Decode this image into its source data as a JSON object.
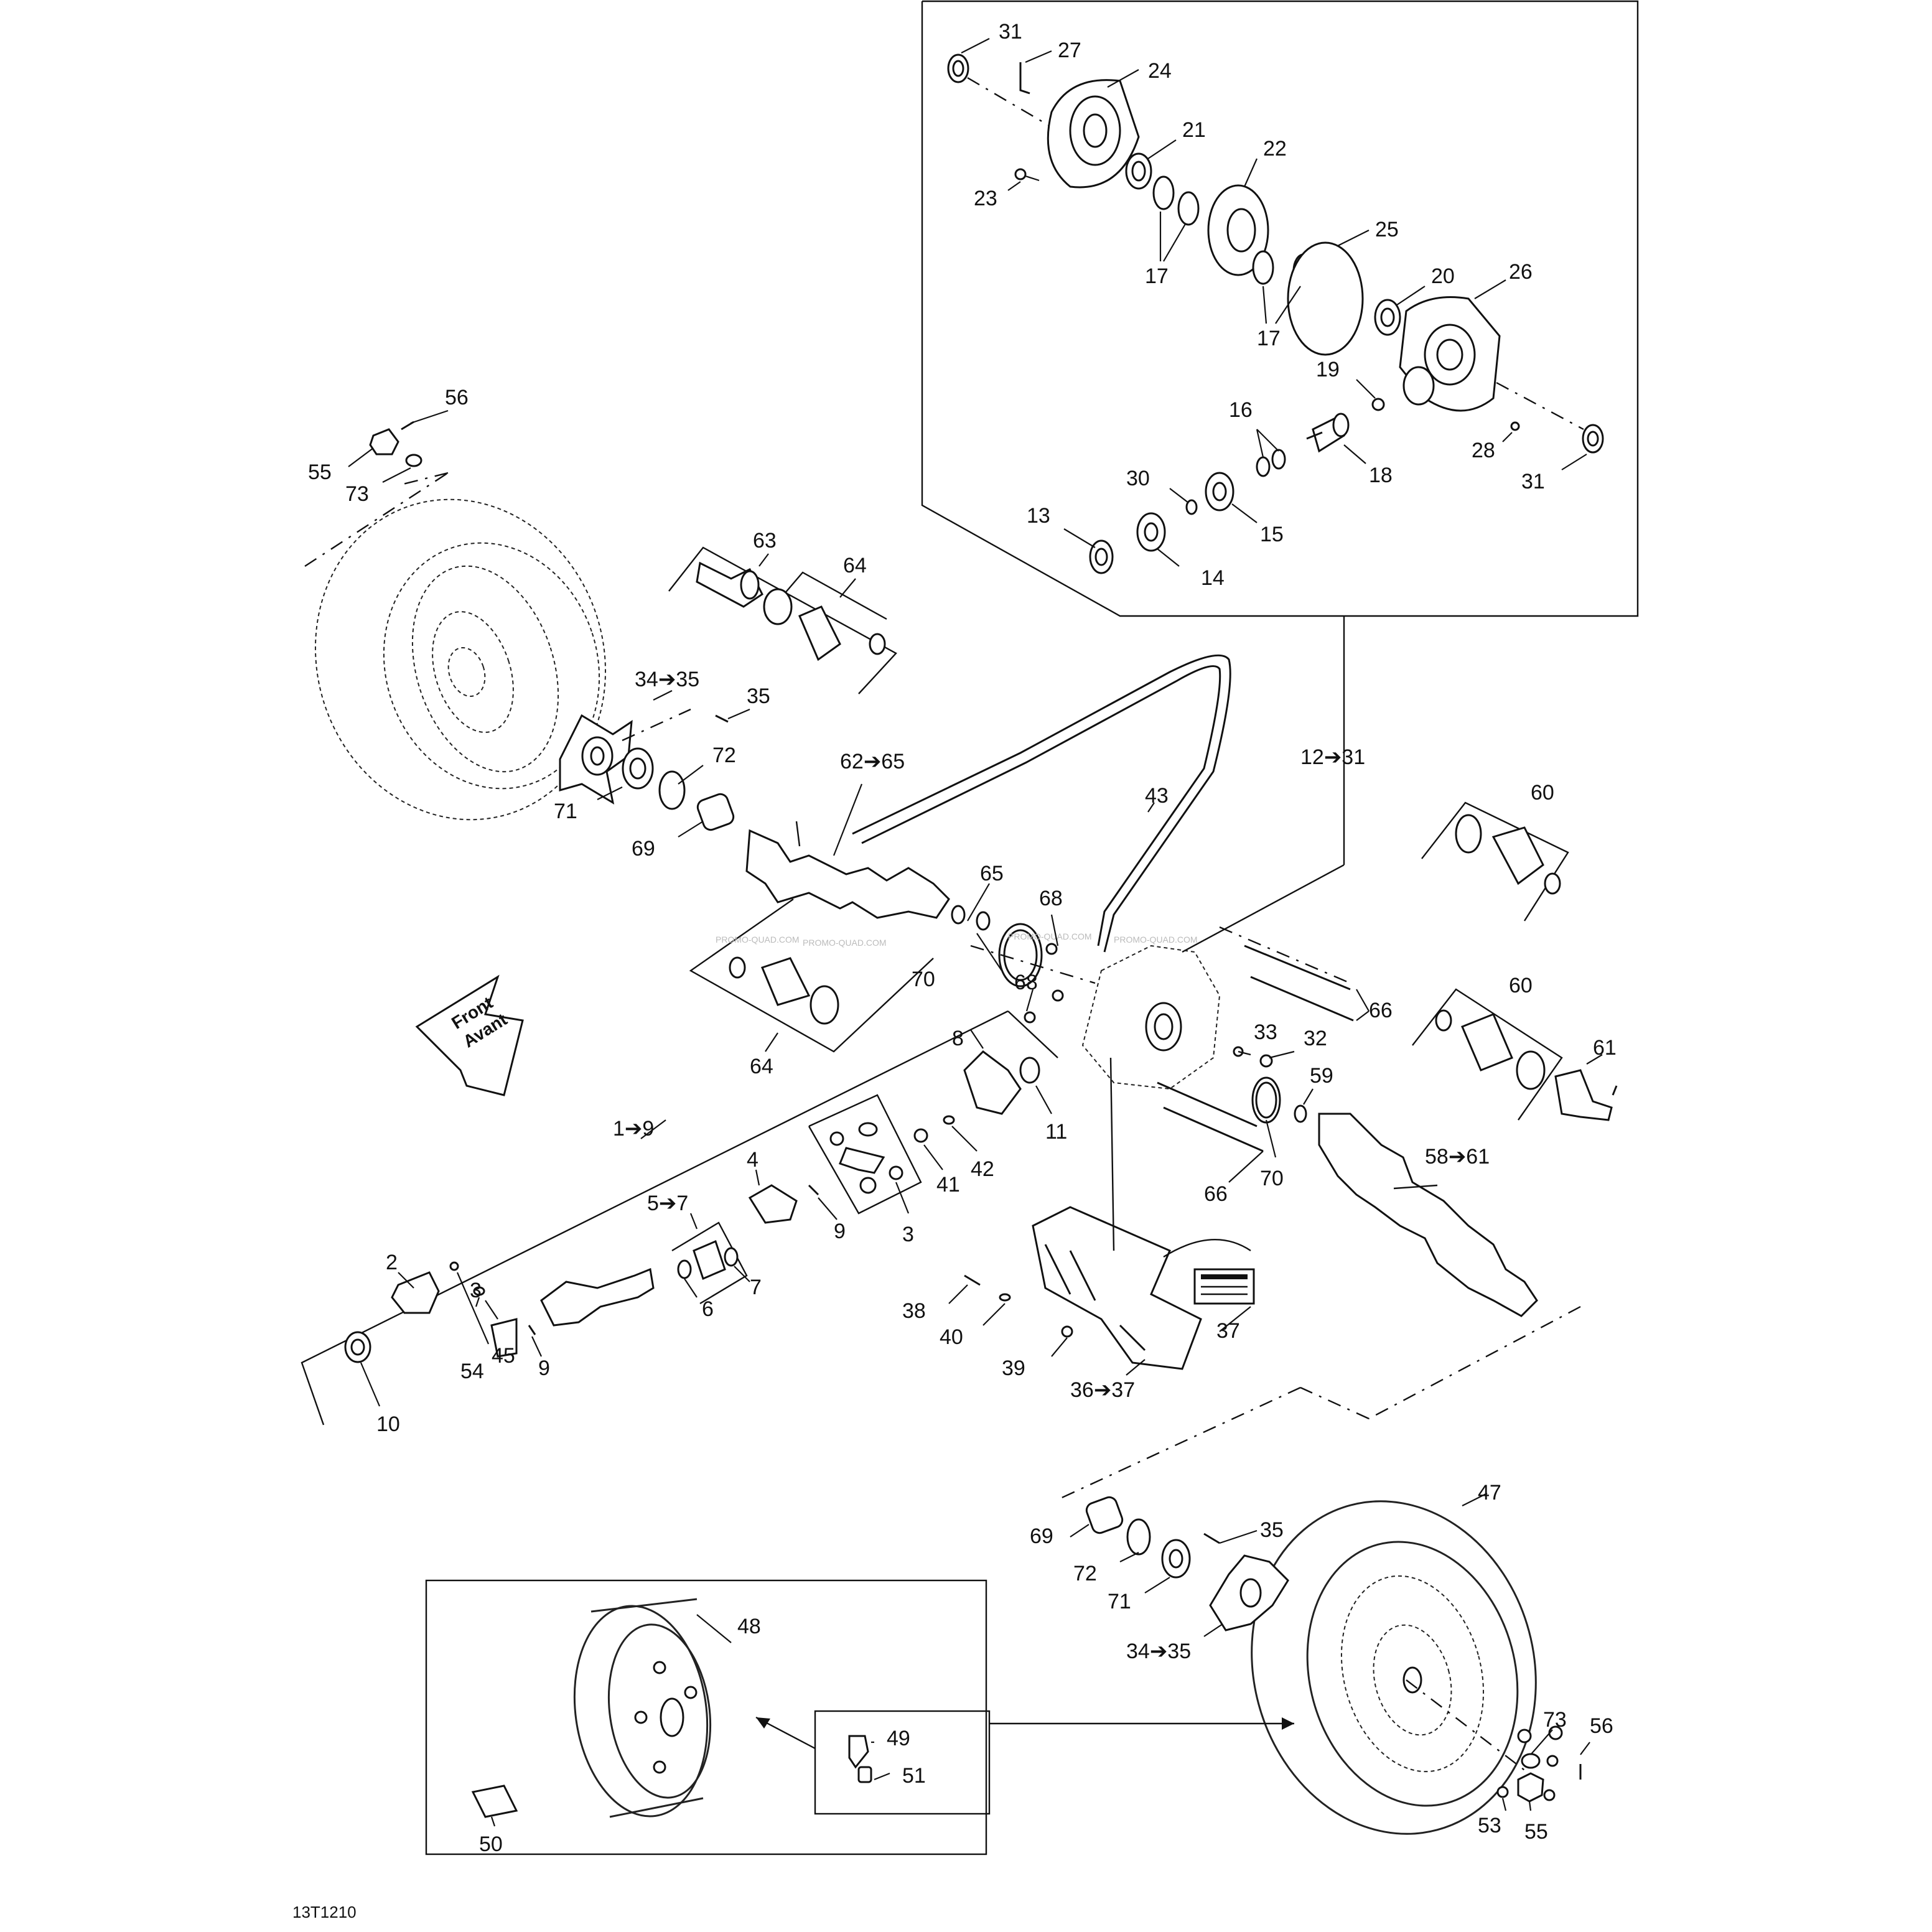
{
  "diagram": {
    "drawing_code": "13T1210",
    "direction_arrow": {
      "line1": "Front",
      "line2": "Avant"
    },
    "watermark": "PROMO-QUAD.COM",
    "labels": {
      "l31a": "31",
      "l27": "27",
      "l24": "24",
      "l21": "21",
      "l22": "22",
      "l23": "23",
      "l17a": "17",
      "l25": "25",
      "l20": "20",
      "l26": "26",
      "l17b": "17",
      "l19": "19",
      "l16": "16",
      "l18": "18",
      "l28": "28",
      "l31b": "31",
      "l30": "30",
      "l13": "13",
      "l15": "15",
      "l14": "14",
      "l56a": "56",
      "l55a": "55",
      "l73a": "73",
      "l63": "63",
      "l64a": "64",
      "l34a": "34➔35",
      "l35a": "35",
      "l72a": "72",
      "l71a": "71",
      "l69a": "69",
      "l62": "62➔65",
      "l12": "12➔31",
      "l43": "43",
      "l65": "65",
      "l68a": "68",
      "l70a": "70",
      "l68b": "68",
      "l64b": "64",
      "l60a": "60",
      "l66a": "66",
      "l60b": "60",
      "l33": "33",
      "l32": "32",
      "l59": "59",
      "l61": "61",
      "l8": "8",
      "l11": "11",
      "l1": "1➔9",
      "l66b": "66",
      "l70b": "70",
      "l58": "58➔61",
      "l41": "41",
      "l42": "42",
      "l4": "4",
      "l5": "5➔7",
      "l9a": "9",
      "l3a": "3",
      "l7": "7",
      "l6": "6",
      "l38": "38",
      "l37": "37",
      "l40": "40",
      "l3b": "3",
      "l2": "2",
      "l9b": "9",
      "l45": "45",
      "l54": "54",
      "l39": "39",
      "l36": "36➔37",
      "l10": "10",
      "l47": "47",
      "l35b": "35",
      "l69b": "69",
      "l72b": "72",
      "l71b": "71",
      "l34b": "34➔35",
      "l48": "48",
      "l49": "49",
      "l51": "51",
      "l50": "50",
      "l73b": "73",
      "l56b": "56",
      "l53": "53",
      "l55b": "55"
    }
  }
}
